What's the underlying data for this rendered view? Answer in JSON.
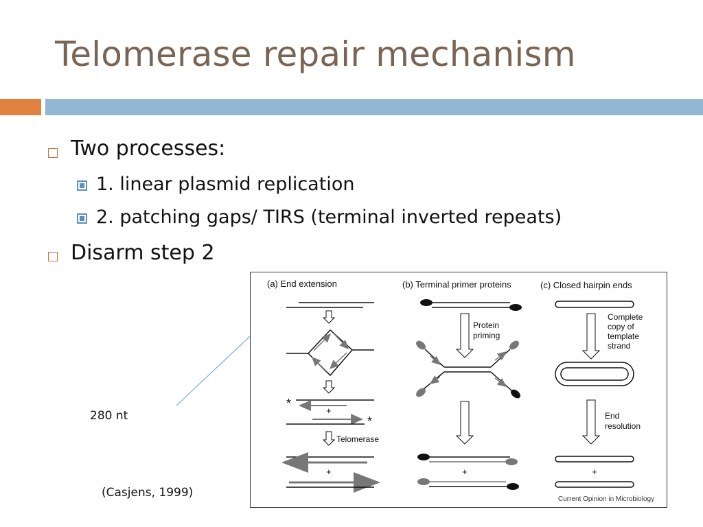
{
  "slide": {
    "title": "Telomerase repair mechanism",
    "bullets": [
      {
        "text": "Two processes:"
      },
      {
        "text": "1. linear plasmid replication"
      },
      {
        "text": "2. patching gaps/ TIRS (terminal inverted repeats)"
      },
      {
        "text": "Disarm step 2"
      }
    ],
    "annotation_280": "280 nt",
    "citation": "(Casjens, 1999)"
  },
  "figure": {
    "panel_a": "(a) End extension",
    "panel_b": "(b) Terminal primer proteins",
    "panel_c": "(c) Closed hairpin ends",
    "telomerase": "Telomerase",
    "protein_priming": [
      "Protein",
      "priming"
    ],
    "complete_copy": [
      "Complete",
      "copy of",
      "template",
      "strand"
    ],
    "end_resolution": [
      "End",
      "resolution"
    ],
    "plus": "+",
    "star": "*",
    "credit": "Current Opinion in Microbiology"
  },
  "colors": {
    "title": "#7a6454",
    "orange_bar": "#e0823f",
    "blue_bar": "#93b6d2",
    "arrow_line": "#7aa5d4"
  }
}
